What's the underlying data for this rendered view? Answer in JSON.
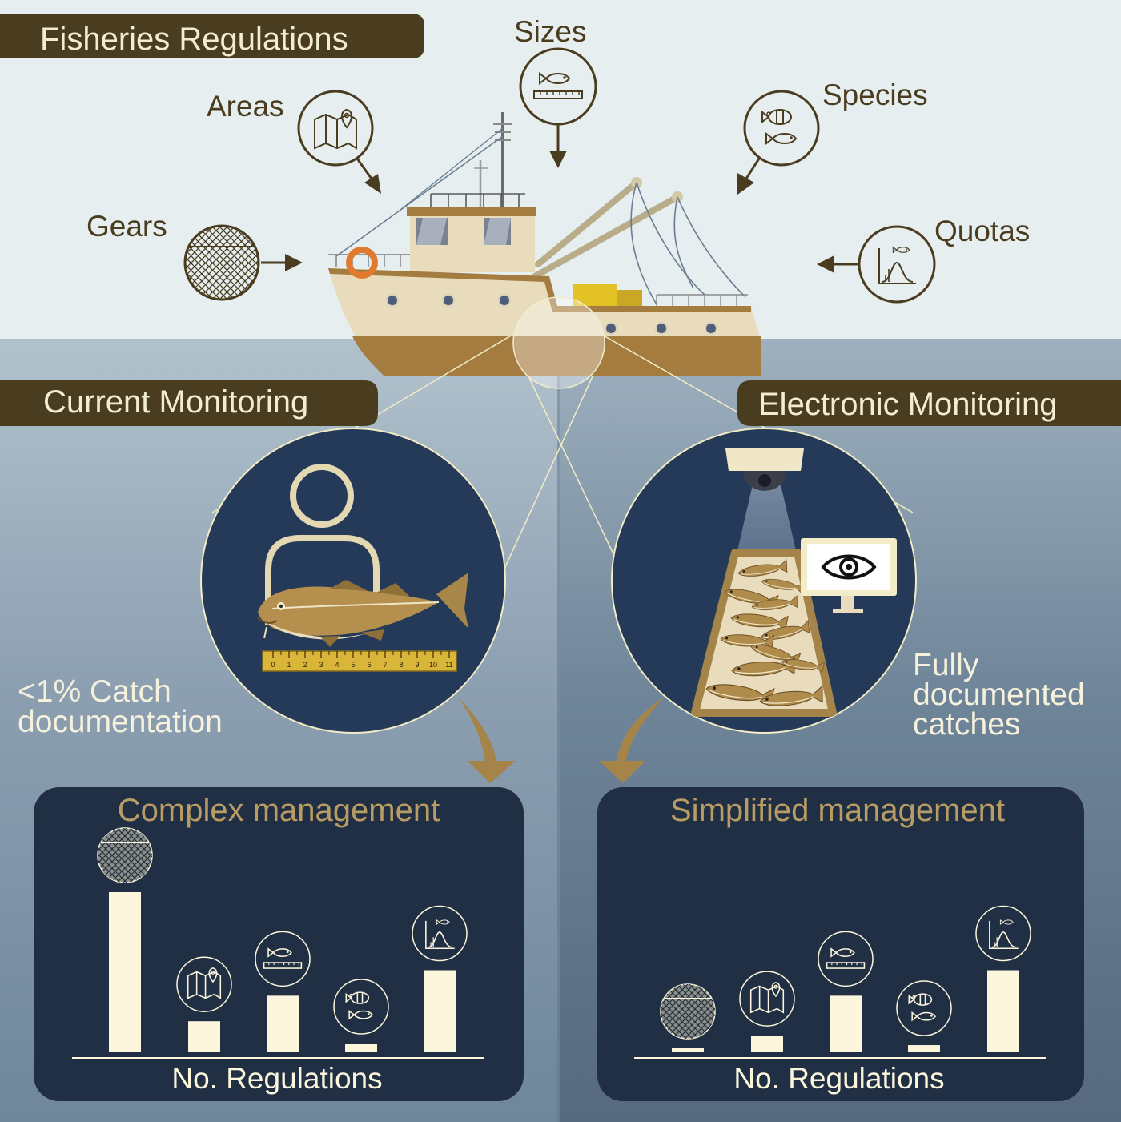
{
  "banners": {
    "regulations": "Fisheries Regulations",
    "current": "Current Monitoring",
    "electronic": "Electronic Monitoring"
  },
  "regulation_labels": {
    "sizes": "Sizes",
    "areas": "Areas",
    "species": "Species",
    "gears": "Gears",
    "quotas": "Quotas"
  },
  "captions": {
    "current_line1": "<1% Catch",
    "current_line2": "documentation",
    "electronic_line1": "Fully",
    "electronic_line2": "documented",
    "electronic_line3": "catches"
  },
  "ruler_ticks": [
    "0",
    "1",
    "2",
    "3",
    "4",
    "5",
    "6",
    "7",
    "8",
    "9",
    "10",
    "11"
  ],
  "panels": {
    "complex": {
      "title": "Complex management",
      "axis_label": "No. Regulations"
    },
    "simplified": {
      "title": "Simplified management",
      "axis_label": "No. Regulations"
    }
  },
  "chart_data": [
    {
      "type": "bar",
      "title": "Complex management",
      "xlabel": "No. Regulations",
      "categories": [
        "gears-icon",
        "areas-icon",
        "sizes-icon",
        "species-icon",
        "quotas-icon"
      ],
      "values": [
        100,
        19,
        35,
        5,
        51
      ],
      "ylim": [
        0,
        100
      ]
    },
    {
      "type": "bar",
      "title": "Simplified management",
      "xlabel": "No. Regulations",
      "categories": [
        "gears-icon",
        "areas-icon",
        "sizes-icon",
        "species-icon",
        "quotas-icon"
      ],
      "values": [
        2,
        10,
        35,
        4,
        51
      ],
      "ylim": [
        0,
        100
      ]
    }
  ],
  "colors": {
    "banner": "#4a3c1e",
    "icon_stroke": "#4a3c1e",
    "panel": "#212f44",
    "bar": "#fbf6dc",
    "title_gold": "#b89c64",
    "arrow_gold": "#a5844a",
    "sky": "#e6eef0",
    "water_left": "#7a8fa2",
    "water_right": "#5d7389"
  }
}
